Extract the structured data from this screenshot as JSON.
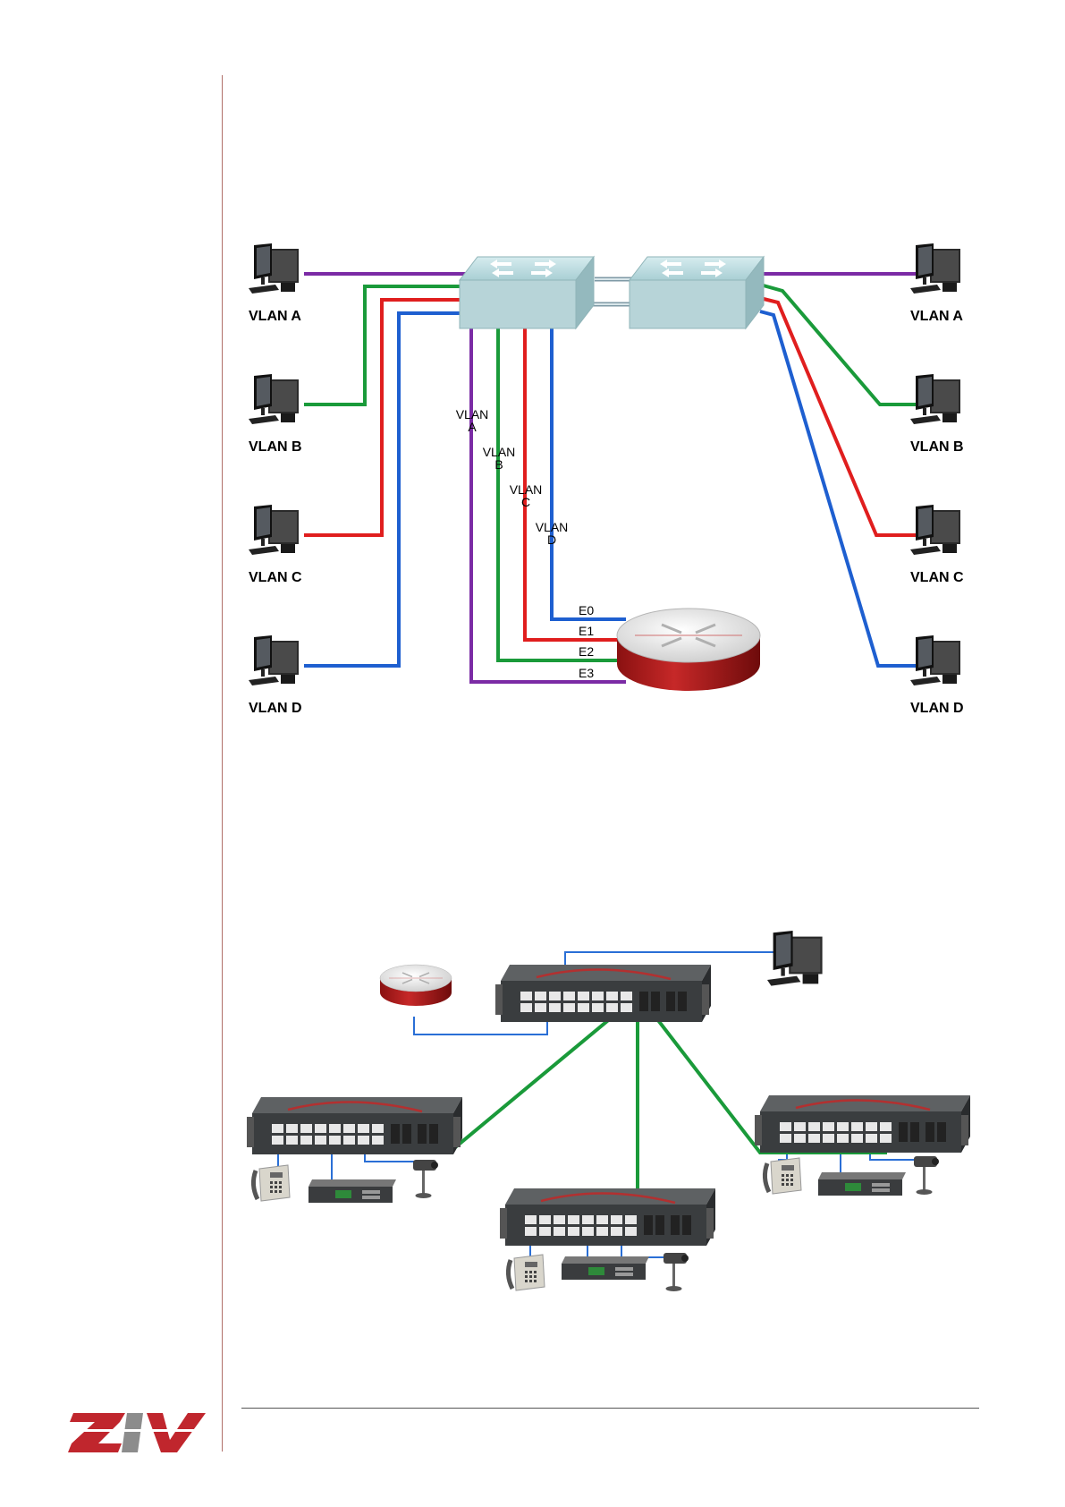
{
  "diagram1": {
    "left_pcs": [
      {
        "label": "VLAN A",
        "color": "#7b2ba5"
      },
      {
        "label": "VLAN B",
        "color": "#1a9a3a"
      },
      {
        "label": "VLAN C",
        "color": "#e01e1e"
      },
      {
        "label": "VLAN D",
        "color": "#1e5fd0"
      }
    ],
    "right_pcs": [
      {
        "label": "VLAN A",
        "color": "#7b2ba5"
      },
      {
        "label": "VLAN B",
        "color": "#1a9a3a"
      },
      {
        "label": "VLAN C",
        "color": "#e01e1e"
      },
      {
        "label": "VLAN D",
        "color": "#1e5fd0"
      }
    ],
    "trunk_labels": [
      {
        "line1": "VLAN",
        "line2": "A"
      },
      {
        "line1": "VLAN",
        "line2": "B"
      },
      {
        "line1": "VLAN",
        "line2": "C"
      },
      {
        "line1": "VLAN",
        "line2": "D"
      }
    ],
    "router_ports": [
      "E0",
      "E1",
      "E2",
      "E3"
    ]
  },
  "diagram2": {
    "link_colors": {
      "uplink": "#1a9a3a",
      "access": "#2a6fd6"
    },
    "icons": [
      "router-icon",
      "switch-icon",
      "pc-icon",
      "phone-icon",
      "camera-icon",
      "recorder-icon"
    ]
  },
  "colors": {
    "vlan_a": "#7b2ba5",
    "vlan_b": "#1a9a3a",
    "vlan_c": "#e01e1e",
    "vlan_d": "#1e5fd0",
    "brand": "#c0262d",
    "brand_gray": "#8c8c8c"
  }
}
